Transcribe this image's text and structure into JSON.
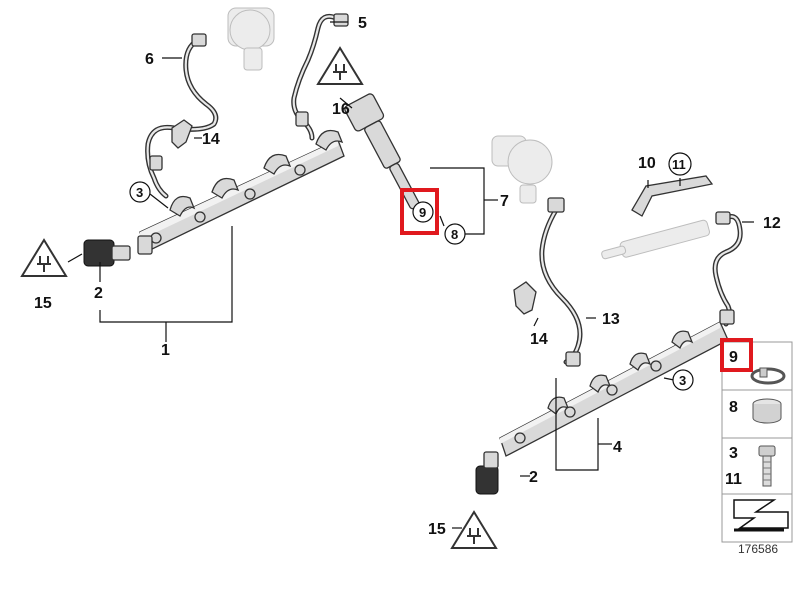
{
  "diagram_number": "176586",
  "callouts": {
    "rail_left": "1",
    "sensor_left": "2",
    "screw_left": "3",
    "rail_right": "4",
    "pipe_top": "5",
    "pipe_left": "6",
    "injector": "7",
    "sleeve": "8",
    "seal_ring": "9",
    "tool_bracket": "10",
    "tool_bracket_screw": "11",
    "pipe_right": "12",
    "pipe_mid": "13",
    "holder_top": "14",
    "holder_bottom": "14",
    "warn_left": "15",
    "warn_bottom": "15",
    "warn_top": "16",
    "sensor_right": "2",
    "screw_right": "3"
  },
  "legend": {
    "row1": "9",
    "row2": "8",
    "row3_a": "3",
    "row3_b": "11"
  },
  "icons": [
    "high-voltage-warning-icon",
    "hex-screw-icon",
    "seal-ring-icon",
    "sleeve-icon",
    "next-page-arrow-icon"
  ],
  "colors": {
    "highlight": "#e0191e",
    "line": "#111111",
    "part_fill": "#d9d9d9"
  }
}
